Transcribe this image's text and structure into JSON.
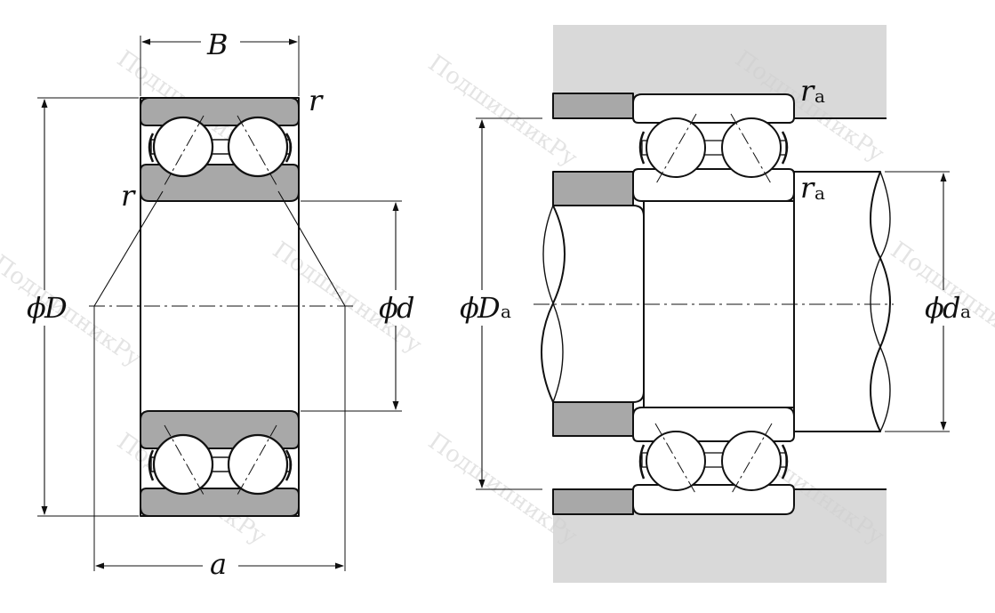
{
  "left_figure": {
    "label_B": "B",
    "label_r_top": "r",
    "label_r_mid": "r",
    "label_D_phi": "ϕ",
    "label_D": "D",
    "label_d_phi": "ϕ",
    "label_d": "d",
    "label_a": "a"
  },
  "right_figure": {
    "label_ra_top": "r",
    "label_ra_top_sub": "a",
    "label_ra_mid": "r",
    "label_ra_mid_sub": "a",
    "label_Da_phi": "ϕ",
    "label_Da": "D",
    "label_Da_sub": "a",
    "label_da_phi": "ϕ",
    "label_da": "d",
    "label_da_sub": "a"
  },
  "watermark": {
    "text": "ПодшипникРу"
  },
  "colors": {
    "ring_fill": "#a8a8a8",
    "ring_fill_dark": "#8f8f8f",
    "housing_fill": "#d9d9d9",
    "line": "#111111",
    "watermark": "#cfcfcf"
  }
}
